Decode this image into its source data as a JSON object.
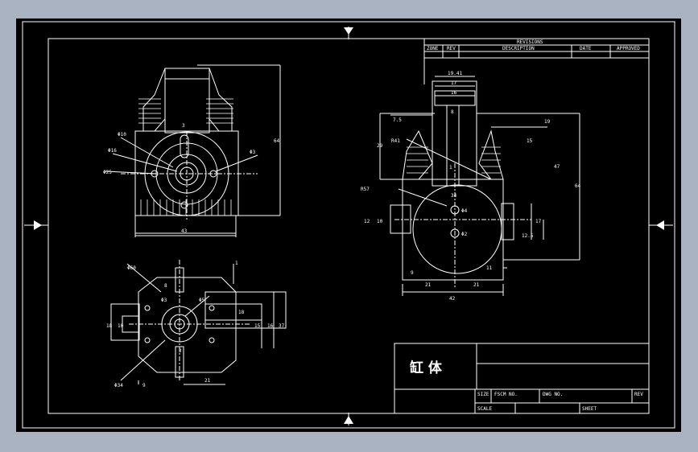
{
  "drawing": {
    "title": "缸  体",
    "revisions": {
      "header": "REVISIONS",
      "columns": [
        "ZONE",
        "REV",
        "DESCRIPTION",
        "DATE",
        "APPROVED"
      ]
    },
    "title_block": {
      "size": "SIZE",
      "fscm": "FSCM NO.",
      "dwg": "DWG NO.",
      "rev": "REV",
      "scale": "SCALE",
      "sheet": "SHEET"
    },
    "dimensions": {
      "front": [
        "3",
        "Φ10",
        "Φ16",
        "Φ25",
        "Φ3",
        "64",
        "43"
      ],
      "top": [
        "Φ60",
        "1",
        "8",
        "Φ3",
        "Φ5",
        "18",
        "10",
        "15",
        "16",
        "37",
        "18",
        "3",
        "Φ34",
        "9",
        "21"
      ],
      "side": [
        "19.41",
        "17",
        "16",
        "8",
        "7.5",
        "19",
        "15",
        "29",
        "R41",
        "47",
        "64",
        "1",
        "R57",
        "34",
        "Φ4",
        "Φ2",
        "12",
        "10",
        "17",
        "12.5",
        "11",
        "9",
        "21",
        "21",
        "42"
      ]
    }
  }
}
